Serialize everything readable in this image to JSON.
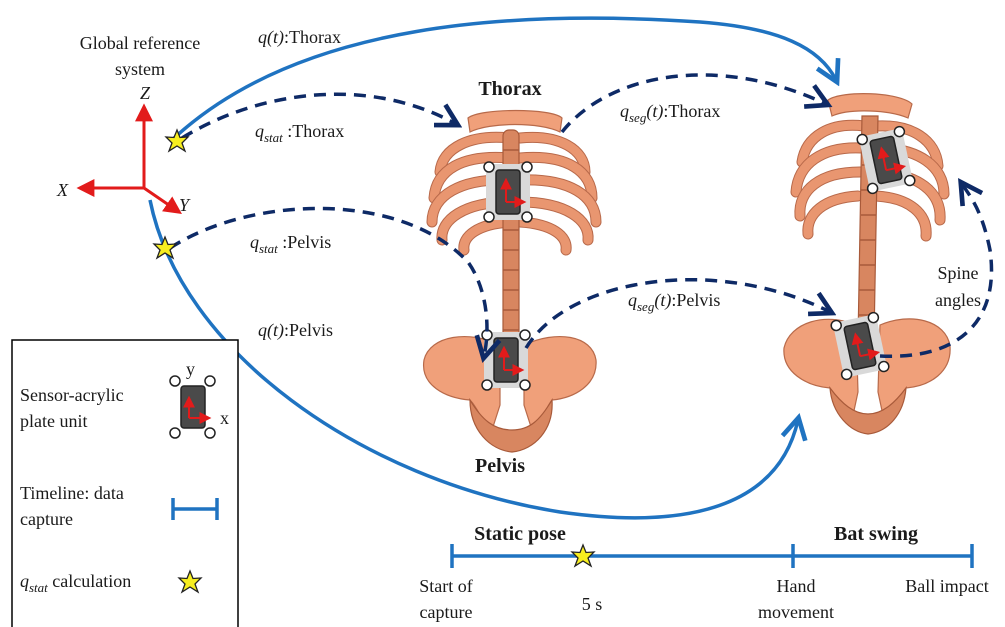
{
  "global_system": {
    "title_line1": "Global reference",
    "title_line2": "system",
    "axis_z": "Z",
    "axis_x": "X",
    "axis_y": "Y"
  },
  "labels": {
    "q_thorax_prefix": "q(t)",
    "q_thorax_suffix": ":Thorax",
    "q_pelvis_prefix": "q(t)",
    "q_pelvis_suffix": ":Pelvis",
    "qstat_q": "q",
    "qstat_sub": "stat",
    "qstat_thorax_suffix": " :Thorax",
    "qstat_pelvis_suffix": " :Pelvis",
    "qseg_q": "q",
    "qseg_sub": "seg",
    "qseg_t": "(t)",
    "qseg_thorax_suffix": ":Thorax",
    "qseg_pelvis_suffix": ":Pelvis",
    "thorax": "Thorax",
    "pelvis": "Pelvis",
    "spine_line1": "Spine",
    "spine_line2": "angles"
  },
  "legend": {
    "sensor_line1": "Sensor-acrylic",
    "sensor_line2": "plate unit",
    "axis_y": "y",
    "axis_x": "x",
    "timeline_line1": "Timeline: data",
    "timeline_line2": "capture",
    "qstat_q": "q",
    "qstat_sub": "stat",
    "qstat_suffix": " calculation"
  },
  "timeline": {
    "static_pose": "Static pose",
    "bat_swing": "Bat swing",
    "start_line1": "Start of",
    "start_line2": "capture",
    "five_s": "5 s",
    "hand_line1": "Hand",
    "hand_line2": "movement",
    "ball_impact": "Ball impact"
  },
  "colors": {
    "solid_arrow": "#1f73c1",
    "dashed_arrow": "#0e2a66",
    "axis_red": "#e21b1b",
    "star_fill": "#f7ee1f",
    "bone": "#f0a07a",
    "sensor_dark": "#4a4a4a"
  }
}
